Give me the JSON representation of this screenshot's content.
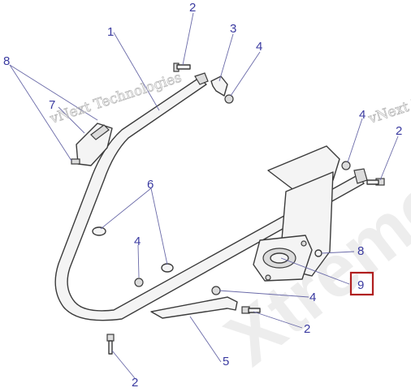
{
  "diagram": {
    "watermark_primary": "vNext Technologies",
    "watermark_secondary": "vNext Technologies",
    "watermark_large": "Xtreme",
    "highlight_color": "#b01e1e",
    "callout_color": "#3a3aa0",
    "callouts": [
      {
        "id": "c1",
        "label": "1"
      },
      {
        "id": "c2a",
        "label": "2"
      },
      {
        "id": "c3",
        "label": "3"
      },
      {
        "id": "c4a",
        "label": "4"
      },
      {
        "id": "c8",
        "label": "8"
      },
      {
        "id": "c7",
        "label": "7"
      },
      {
        "id": "c4b",
        "label": "4"
      },
      {
        "id": "c2b",
        "label": "2"
      },
      {
        "id": "c6",
        "label": "6"
      },
      {
        "id": "c4c",
        "label": "4"
      },
      {
        "id": "c8b",
        "label": "8"
      },
      {
        "id": "c9",
        "label": "9"
      },
      {
        "id": "c4d",
        "label": "4"
      },
      {
        "id": "c2c",
        "label": "2"
      },
      {
        "id": "c5",
        "label": "5"
      },
      {
        "id": "c2d",
        "label": "2"
      }
    ]
  }
}
